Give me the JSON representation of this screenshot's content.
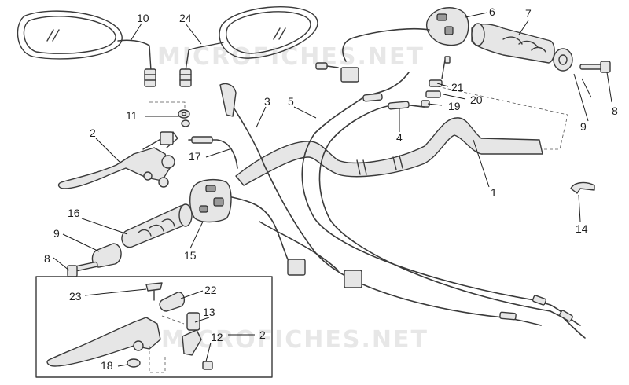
{
  "watermark_text": "MICROFICHES.NET",
  "callouts": [
    {
      "id": "1",
      "label": "1"
    },
    {
      "id": "2",
      "label": "2"
    },
    {
      "id": "2b",
      "label": "2"
    },
    {
      "id": "3",
      "label": "3"
    },
    {
      "id": "4",
      "label": "4"
    },
    {
      "id": "5",
      "label": "5"
    },
    {
      "id": "6",
      "label": "6"
    },
    {
      "id": "7",
      "label": "7"
    },
    {
      "id": "8",
      "label": "8"
    },
    {
      "id": "8b",
      "label": "8"
    },
    {
      "id": "9",
      "label": "9"
    },
    {
      "id": "9b",
      "label": "9"
    },
    {
      "id": "10",
      "label": "10"
    },
    {
      "id": "11",
      "label": "11"
    },
    {
      "id": "12",
      "label": "12"
    },
    {
      "id": "13",
      "label": "13"
    },
    {
      "id": "14",
      "label": "14"
    },
    {
      "id": "15",
      "label": "15"
    },
    {
      "id": "16",
      "label": "16"
    },
    {
      "id": "17",
      "label": "17"
    },
    {
      "id": "18",
      "label": "18"
    },
    {
      "id": "19",
      "label": "19"
    },
    {
      "id": "20",
      "label": "20"
    },
    {
      "id": "21",
      "label": "21"
    },
    {
      "id": "22",
      "label": "22"
    },
    {
      "id": "23",
      "label": "23"
    },
    {
      "id": "24",
      "label": "24"
    }
  ]
}
